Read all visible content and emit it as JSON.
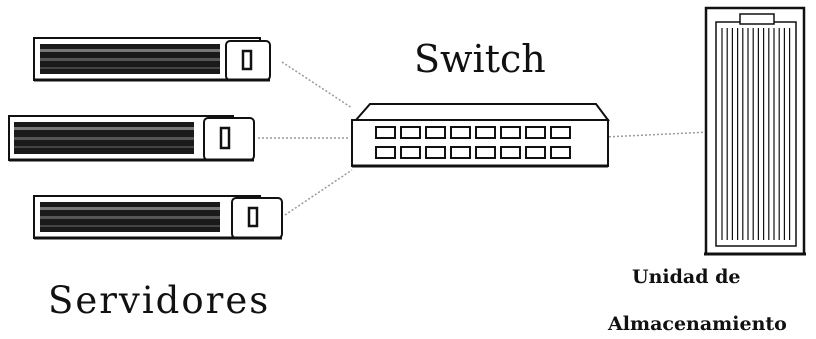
{
  "labels": {
    "switch": "Switch",
    "servers": "Servidores",
    "storage_line1": "Unidad de",
    "storage_line2": "Almacenamiento"
  },
  "nodes": [
    {
      "id": "server-1",
      "type": "server"
    },
    {
      "id": "server-2",
      "type": "server"
    },
    {
      "id": "server-3",
      "type": "server"
    },
    {
      "id": "switch",
      "type": "network-switch"
    },
    {
      "id": "storage-unit",
      "type": "storage-tower"
    }
  ],
  "connections": [
    {
      "from": "server-1",
      "to": "switch"
    },
    {
      "from": "server-2",
      "to": "switch"
    },
    {
      "from": "server-3",
      "to": "switch"
    },
    {
      "from": "switch",
      "to": "storage-unit"
    }
  ],
  "colors": {
    "outline": "#111111",
    "dark_fill": "#1a1a1a",
    "light_fill": "#ffffff",
    "connector": "#9a9a9a"
  }
}
